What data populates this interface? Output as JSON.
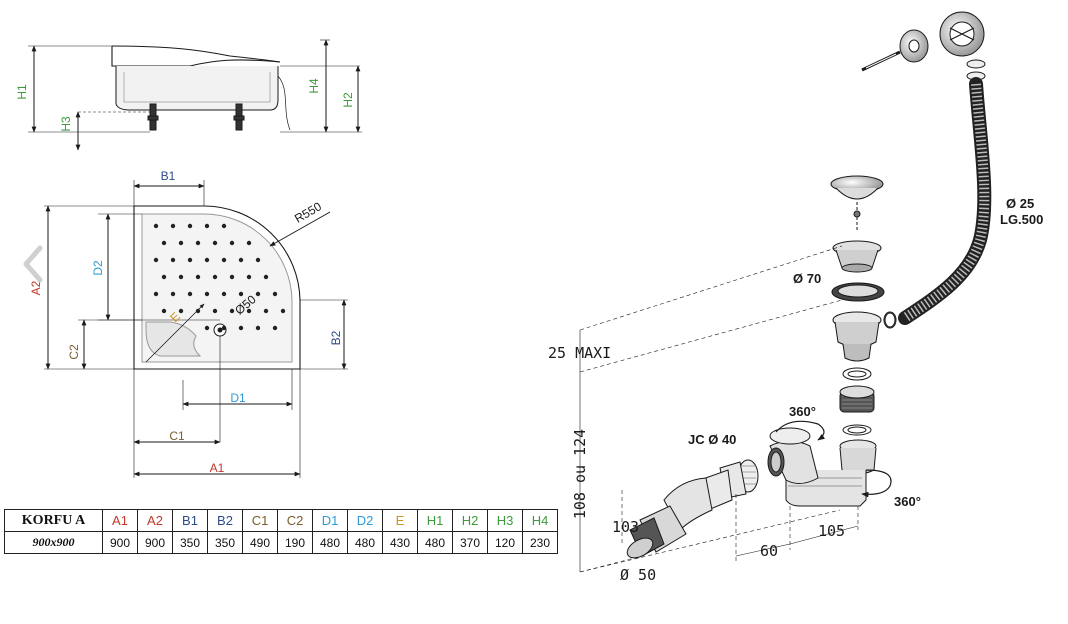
{
  "tray_drawing": {
    "labels": {
      "h1": "H1",
      "h2": "H2",
      "h3": "H3",
      "h4": "H4",
      "a1": "A1",
      "a2": "A2",
      "b1": "B1",
      "b2": "B2",
      "c1": "C1",
      "c2": "C2",
      "d1": "D1",
      "d2": "D2",
      "e": "E",
      "radius": "R550",
      "drain": "Ø50"
    }
  },
  "spec_table": {
    "model": "KORFU A",
    "size": "900x900",
    "headers": [
      "A1",
      "A2",
      "B1",
      "B2",
      "C1",
      "C2",
      "D1",
      "D2",
      "E",
      "H1",
      "H2",
      "H3",
      "H4"
    ],
    "values": [
      "900",
      "900",
      "350",
      "350",
      "490",
      "190",
      "480",
      "480",
      "430",
      "480",
      "370",
      "120",
      "230"
    ],
    "header_colors": [
      "#c0392b",
      "#c0392b",
      "#2c4a8c",
      "#2c4a8c",
      "#7a5c2e",
      "#7a5c2e",
      "#2e9bd6",
      "#2e9bd6",
      "#c8961e",
      "#3d9a3d",
      "#3d9a3d",
      "#3d9a3d",
      "#3d9a3d"
    ]
  },
  "waste_drawing": {
    "labels": {
      "hose_diameter": "Ø 25",
      "hose_length": "LG.500",
      "strainer_diameter": "Ø 70",
      "max_thickness": "25 MAXI",
      "rotation_top": "360°",
      "rotation_right": "360°",
      "joint": "JC Ø 40",
      "height": "108 ou 124",
      "outlet_height": "103",
      "outlet_diameter": "Ø 50",
      "dim_60": "60",
      "dim_105": "105"
    }
  },
  "colors": {
    "line": "#1a1a1a",
    "height_green": "#3d9a3d",
    "width_red": "#c0392b",
    "b_blue": "#2c4a8c",
    "c_brown": "#7a5c2e",
    "d_cyan": "#2e9bd6",
    "e_gold": "#c8961e"
  }
}
